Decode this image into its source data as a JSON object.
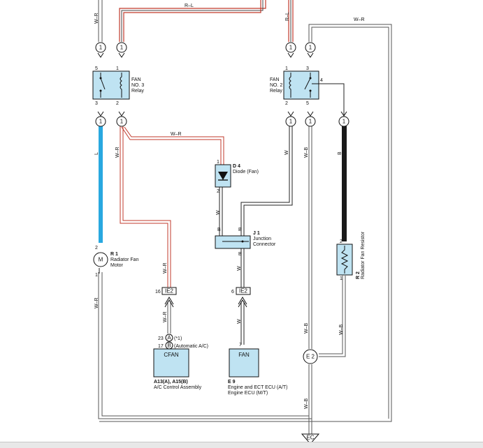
{
  "connectors": {
    "c1_top": "1",
    "c2_top": "1",
    "c3_top": "1",
    "c4_top": "1",
    "c1_bot": "1",
    "c2_bot": "1",
    "c3_bot": "1",
    "c4_bot": "1",
    "c5_bot": "1"
  },
  "wires": {
    "w_r_top_left": "W–R",
    "r_l_top": "R–L",
    "r_l_right": "R–L",
    "w_r_top_right": "W–R",
    "l_left": "L",
    "w_r_mid": "W–R",
    "w_r_vert": "W–R",
    "w_mid": "W",
    "w_b_right": "W–B",
    "b_right": "B",
    "w_r_low": "W–R",
    "w_r_low2": "W–R",
    "w_r_left_low": "W–R",
    "w_d4": "W",
    "w_j1_low": "W",
    "w_e9": "W",
    "w_b_r2": "W–B",
    "w_b_low": "W–B",
    "w_b_bottom": "W–B"
  },
  "relays": {
    "fan3": {
      "line1": "FAN",
      "line2": "NO. 3",
      "line3": "Relay",
      "pin_tl": "5",
      "pin_tr": "1",
      "pin_bl": "3",
      "pin_br": "2"
    },
    "fan2": {
      "line1": "FAN",
      "line2": "NO. 2",
      "line3": "Relay",
      "pin_tl": "1",
      "pin_tr": "3",
      "pin_bl": "2",
      "pin_br": "5",
      "pin_r": "4"
    }
  },
  "components": {
    "d4": {
      "code": "D 4",
      "name": "Diode (Fan)",
      "pin_top": "1",
      "pin_bot": "2"
    },
    "j1": {
      "code": "J 1",
      "name1": "Junction",
      "name2": "Connector",
      "pin_b1": "B",
      "pin_b2": "B",
      "pin_b3": "B"
    },
    "r1": {
      "code": "R 1",
      "name1": "Radiator Fan",
      "name2": "Motor",
      "symbol": "M",
      "pin_top": "2",
      "pin_bot": "1"
    },
    "r2": {
      "code": "R 2",
      "name": "Radiator Fan Resistor",
      "pin_top": "2",
      "pin_bot": "1"
    },
    "ie2_left": {
      "label": "IE2",
      "pin": "16"
    },
    "ie2_mid": {
      "label": "IE2",
      "pin": "6"
    },
    "e2": {
      "label": "E 2"
    },
    "ec": {
      "label": "EC"
    }
  },
  "ac_assembly": {
    "box_label": "CFAN",
    "pin_a": "23",
    "letter_a": "A",
    "desc_a": "(*1)",
    "pin_b": "17",
    "letter_b": "B",
    "desc_b": "(Automatic A/C)",
    "code": "A13(A), A15(B)",
    "name": "A/C Control Assembly"
  },
  "ecu": {
    "box_label": "FAN",
    "pin": "7",
    "code": "E 9",
    "name1": "Engine and ECT ECU (A/T)",
    "name2": "Engine ECU (M/T)"
  },
  "colors": {
    "blue_wire": "#29a8e0",
    "red_wire": "#c0392b",
    "black_wire": "#1a1a1a",
    "component_fill": "#bfe3f2"
  }
}
